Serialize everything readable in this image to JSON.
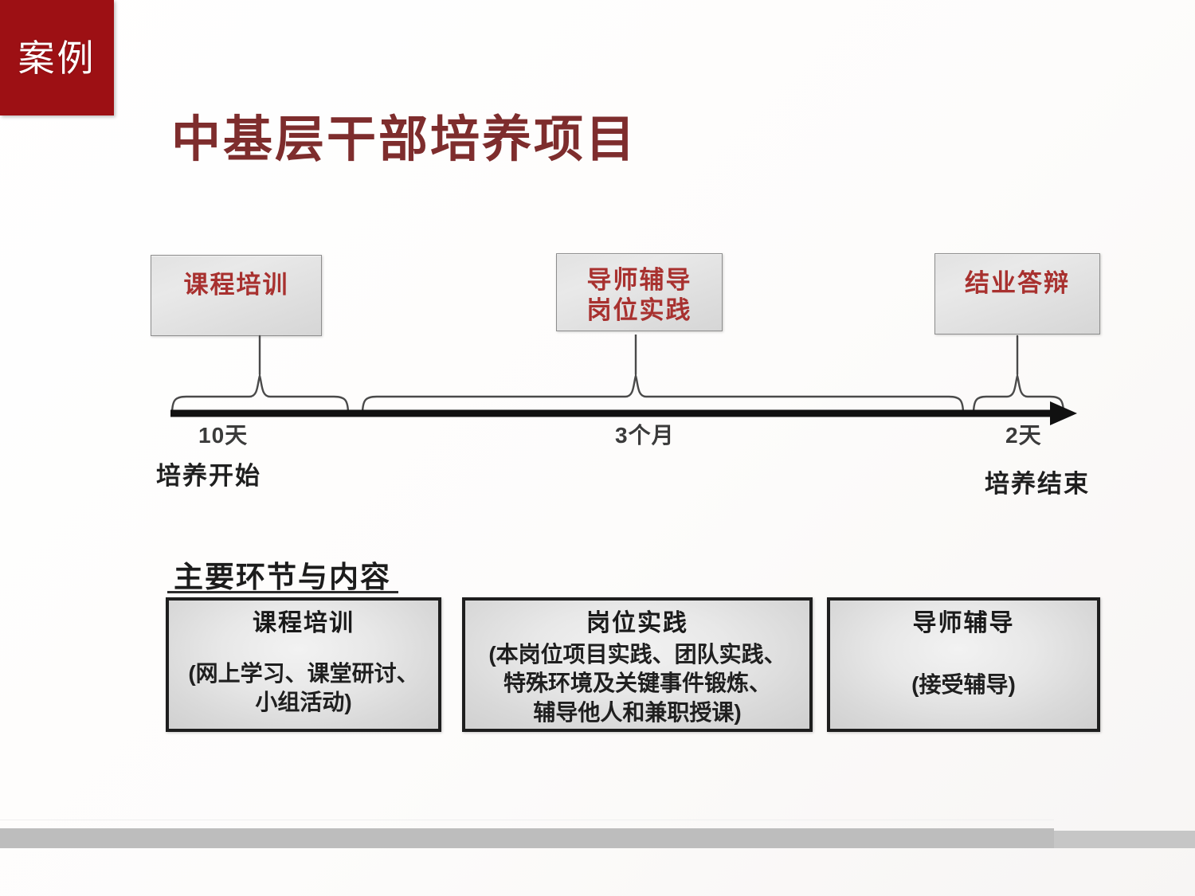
{
  "badge": {
    "label": "案例",
    "color": "#9d1014"
  },
  "title": {
    "text": "中基层干部培养项目",
    "color": "#7e2d2d"
  },
  "timeline": {
    "accent_color": "#a8312f",
    "axis_color": "#111111",
    "phases": [
      {
        "id": "phase-1",
        "line1": "课程培训",
        "line2": "",
        "duration": "10天"
      },
      {
        "id": "phase-2",
        "line1": "导师辅导",
        "line2": "岗位实践",
        "duration": "3个月"
      },
      {
        "id": "phase-3",
        "line1": "结业答辩",
        "line2": "",
        "duration": "2天"
      }
    ],
    "endpoints": {
      "start": "培养开始",
      "end": "培养结束"
    }
  },
  "section": {
    "heading": "主要环节与内容",
    "boxes": [
      {
        "id": "content-1",
        "title": "课程培训",
        "detail": "(网上学习、课堂研讨、\n小组活动)"
      },
      {
        "id": "content-2",
        "title": "岗位实践",
        "detail": "(本岗位项目实践、团队实践、\n特殊环境及关键事件锻炼、\n辅导他人和兼职授课)"
      },
      {
        "id": "content-3",
        "title": "导师辅导",
        "detail": "(接受辅导)"
      }
    ]
  }
}
